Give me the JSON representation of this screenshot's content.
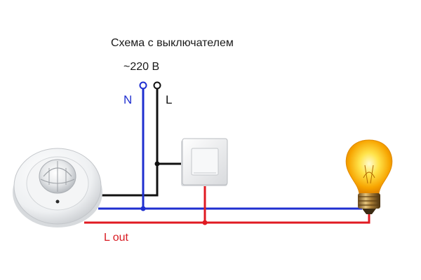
{
  "title": "Схема с выключателем",
  "voltage": "~220 В",
  "labels": {
    "neutral": "N",
    "line": "L",
    "load_out": "L out"
  },
  "colors": {
    "neutral_wire": "#1f2fd0",
    "line_wire": "#111111",
    "load_wire": "#e01a22",
    "neutral_label": "#1f2fd0",
    "line_label": "#111111",
    "load_label": "#d91a22"
  },
  "components": {
    "sensor": "motion-sensor-icon",
    "switch": "wall-switch-icon",
    "lamp": "light-bulb-icon"
  }
}
